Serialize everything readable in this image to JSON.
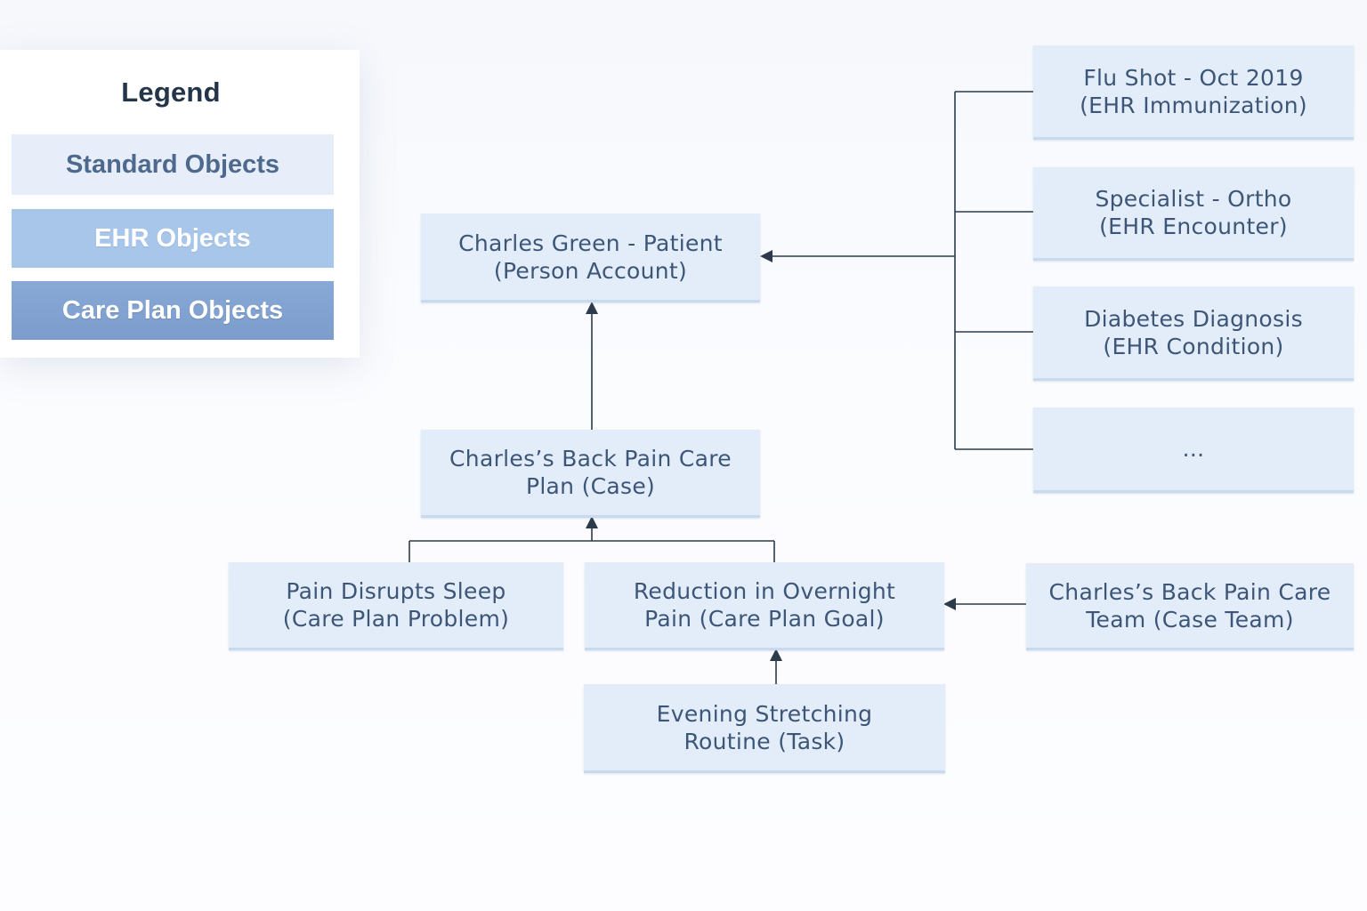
{
  "legend": {
    "title": "Legend",
    "items": [
      {
        "label": "Standard Objects",
        "color": "#e7eef9"
      },
      {
        "label": "EHR Objects",
        "color": "#a8c6ea"
      },
      {
        "label": "Care Plan Objects",
        "color": "#7c9dcc"
      }
    ]
  },
  "nodes": {
    "patient": {
      "line1": "Charles Green - Patient",
      "line2": "(Person Account)"
    },
    "careplan": {
      "line1": "Charles’s Back Pain Care",
      "line2": "Plan (Case)"
    },
    "problem": {
      "line1": "Pain Disrupts Sleep",
      "line2": "(Care Plan Problem)"
    },
    "goal": {
      "line1": "Reduction in Overnight",
      "line2": "Pain (Care Plan Goal)"
    },
    "task": {
      "line1": "Evening Stretching",
      "line2": "Routine (Task)"
    },
    "careteam": {
      "line1": "Charles’s Back Pain Care",
      "line2": "Team (Case Team)"
    },
    "flushot": {
      "line1": "Flu Shot - Oct 2019",
      "line2": "(EHR Immunization)"
    },
    "specialist": {
      "line1": "Specialist - Ortho",
      "line2": "(EHR Encounter)"
    },
    "diabetes": {
      "line1": "Diabetes Diagnosis",
      "line2": "(EHR Condition)"
    },
    "more": {
      "line1": "..."
    }
  },
  "colors": {
    "node_fill": "#e3edf9",
    "connector": "#2c3a4c",
    "text": "#3d5677"
  }
}
